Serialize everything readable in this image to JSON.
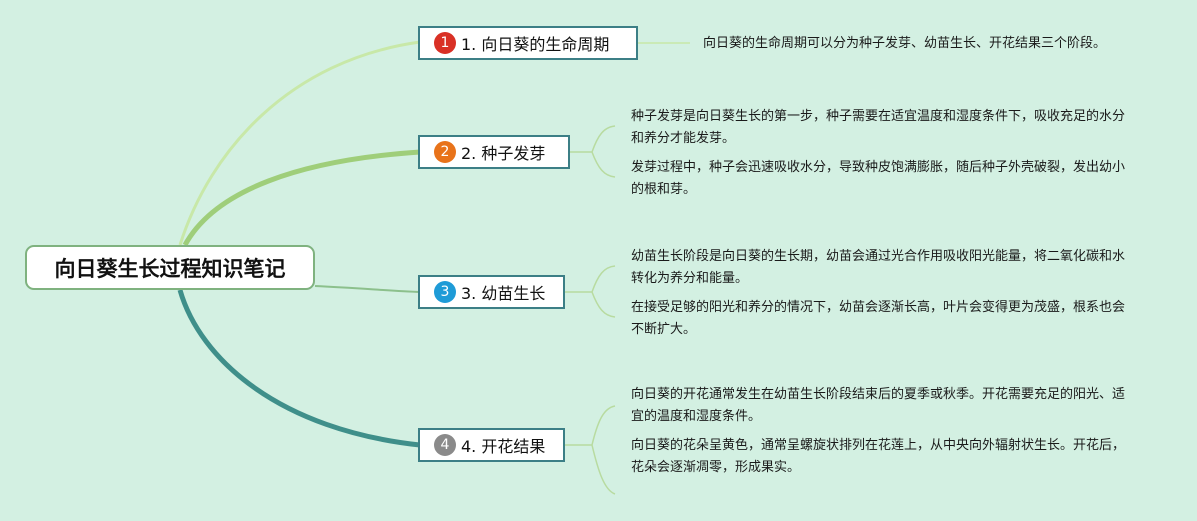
{
  "root": {
    "title": "向日葵生长过程知识笔记"
  },
  "branches": [
    {
      "number": "1",
      "title": "1. 向日葵的生命周期",
      "badge_color": "#d93025",
      "line_color": "#c8e8a8",
      "notes": [
        "向日葵的生命周期可以分为种子发芽、幼苗生长、开花结果三个阶段。"
      ]
    },
    {
      "number": "2",
      "title": "2. 种子发芽",
      "badge_color": "#e8731a",
      "line_color": "#9fce7a",
      "notes": [
        "种子发芽是向日葵生长的第一步，种子需要在适宜温度和湿度条件下，吸收充足的水分和养分才能发芽。",
        "发芽过程中，种子会迅速吸收水分，导致种皮饱满膨胀，随后种子外壳破裂，发出幼小的根和芽。"
      ]
    },
    {
      "number": "3",
      "title": "3. 幼苗生长",
      "badge_color": "#1e9bd7",
      "line_color": "#8cc08c",
      "notes": [
        "幼苗生长阶段是向日葵的生长期，幼苗会通过光合作用吸收阳光能量，将二氧化碳和水转化为养分和能量。",
        "在接受足够的阳光和养分的情况下，幼苗会逐渐长高，叶片会变得更为茂盛，根系也会不断扩大。"
      ]
    },
    {
      "number": "4",
      "title": "4. 开花结果",
      "badge_color": "#8a8a8a",
      "line_color": "#3f8f8a",
      "notes": [
        "向日葵的开花通常发生在幼苗生长阶段结束后的夏季或秋季。开花需要充足的阳光、适宜的温度和湿度条件。",
        "向日葵的花朵呈黄色，通常呈螺旋状排列在花莲上，从中央向外辐射状生长。开花后，花朵会逐渐凋零，形成果实。"
      ]
    }
  ]
}
